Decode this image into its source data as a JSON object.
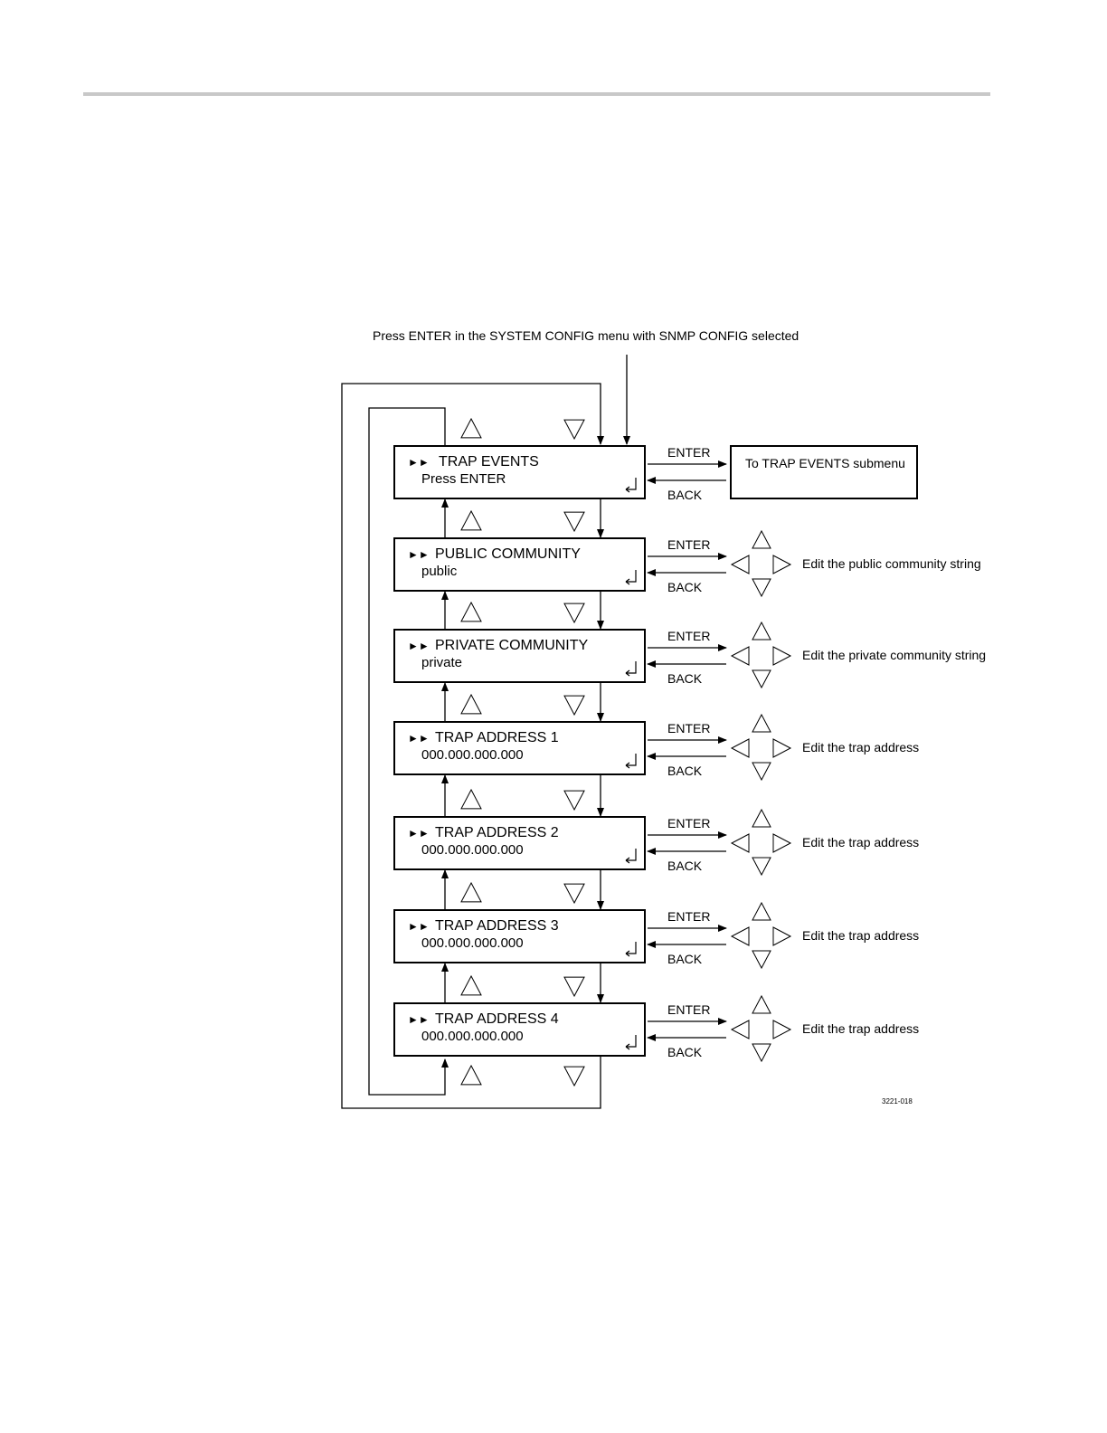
{
  "entry_note": "Press ENTER in the SYSTEM CONFIG menu with SNMP CONFIG selected",
  "labels": {
    "enter": "ENTER",
    "back": "BACK"
  },
  "menu_items": [
    {
      "line1": "TRAP EVENTS",
      "line2": "Press ENTER",
      "action": "To TRAP EVENTS submenu",
      "action_type": "submenu"
    },
    {
      "line1": "PUBLIC COMMUNITY",
      "line2": "public",
      "action": "Edit the public community string",
      "action_type": "edit"
    },
    {
      "line1": "PRIVATE COMMUNITY",
      "line2": "private",
      "action": "Edit the private community string",
      "action_type": "edit"
    },
    {
      "line1": "TRAP ADDRESS 1",
      "line2": "000.000.000.000",
      "action": "Edit the trap address",
      "action_type": "edit"
    },
    {
      "line1": "TRAP ADDRESS 2",
      "line2": "000.000.000.000",
      "action": "Edit the trap address",
      "action_type": "edit"
    },
    {
      "line1": "TRAP ADDRESS 3",
      "line2": "000.000.000.000",
      "action": "Edit the trap address",
      "action_type": "edit"
    },
    {
      "line1": "TRAP ADDRESS 4",
      "line2": "000.000.000.000",
      "action": "Edit the trap address",
      "action_type": "edit"
    }
  ],
  "figure_id": "3221-018",
  "icons": {
    "selector": "double-right-triangle-icon",
    "enter_key": "enter-return-icon",
    "up": "up-arrow-button-icon",
    "down": "down-arrow-button-icon",
    "left": "left-arrow-button-icon",
    "right": "right-arrow-button-icon"
  }
}
